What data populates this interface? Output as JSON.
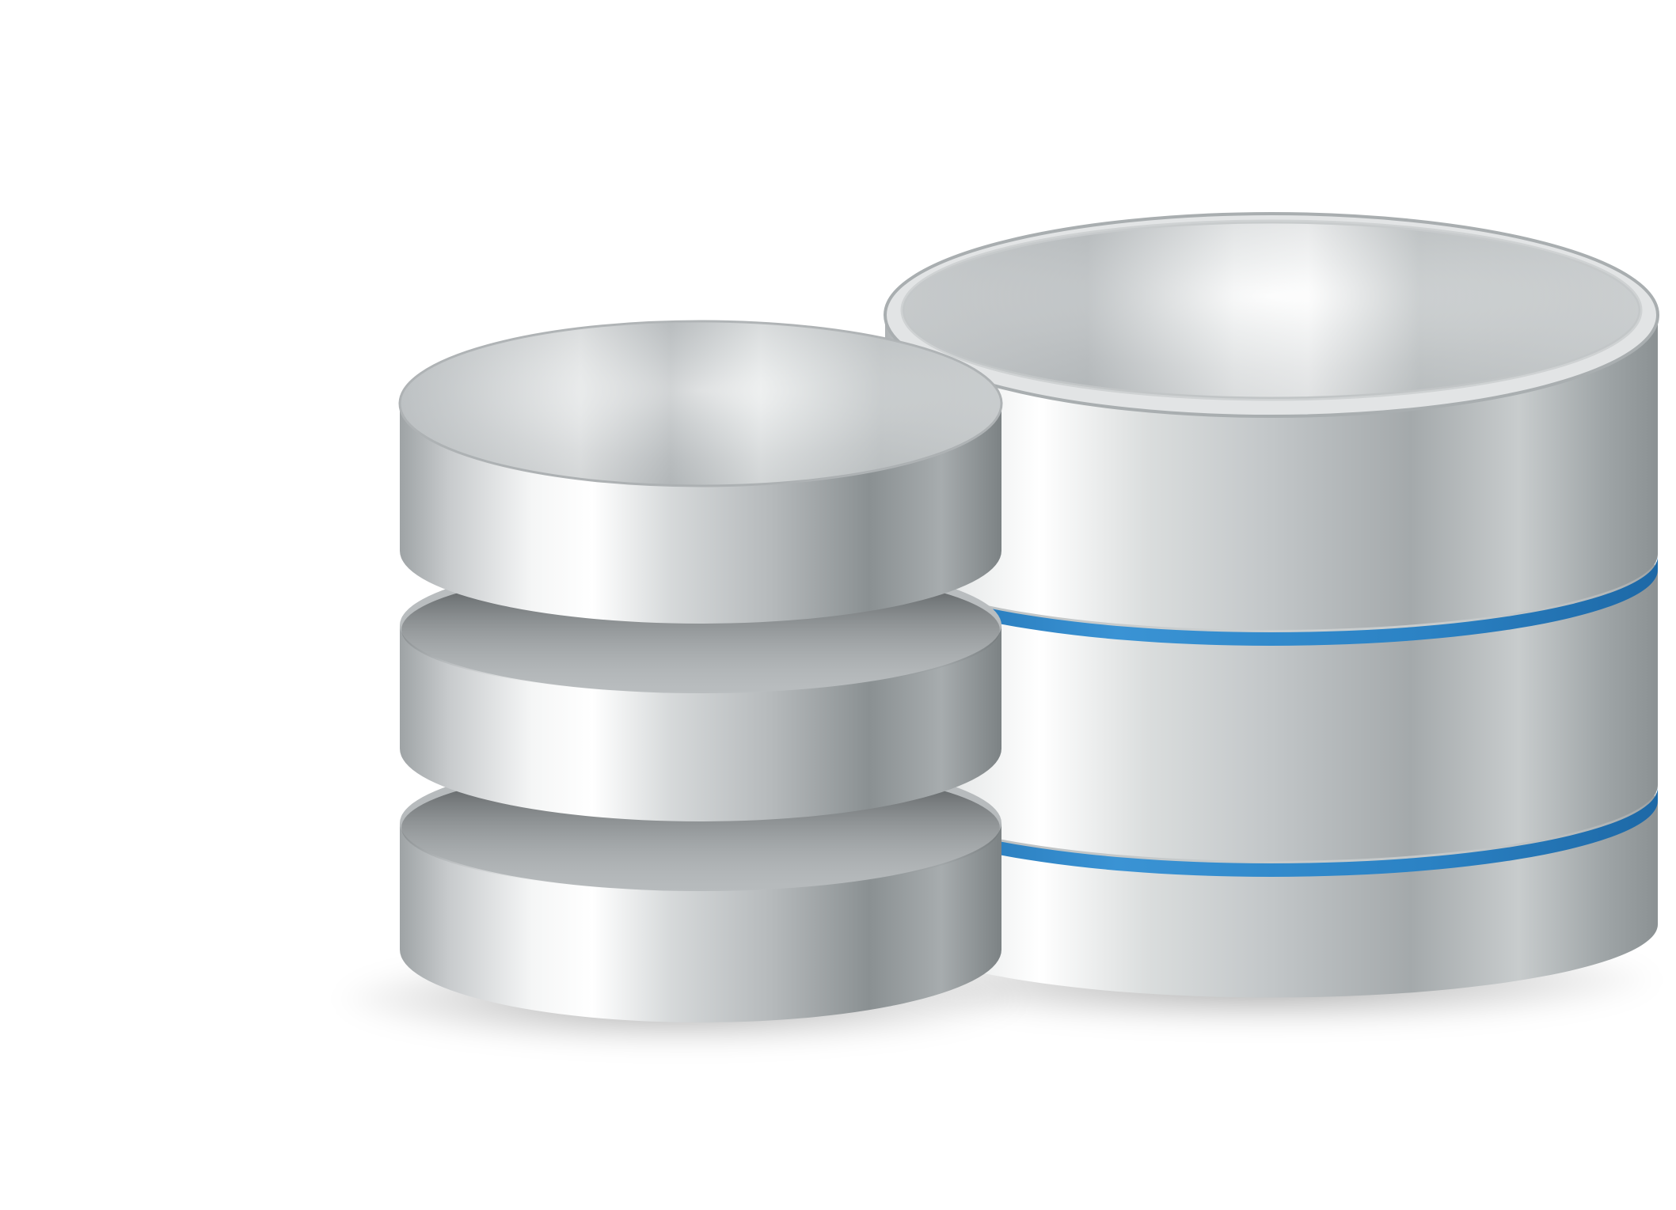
{
  "illustration": {
    "subject": "database-icon",
    "stacks": [
      {
        "name": "small-stack",
        "disk_count": 3,
        "separator": "none"
      },
      {
        "name": "large-stack",
        "disk_count": 3,
        "separator": "blue-ring"
      }
    ]
  },
  "colors": {
    "background": "#ffffff",
    "metal_light": "#f4f5f5",
    "metal_mid": "#c4c7c9",
    "metal_dark": "#7f8587",
    "accent_ring": "#2a7fc0"
  }
}
